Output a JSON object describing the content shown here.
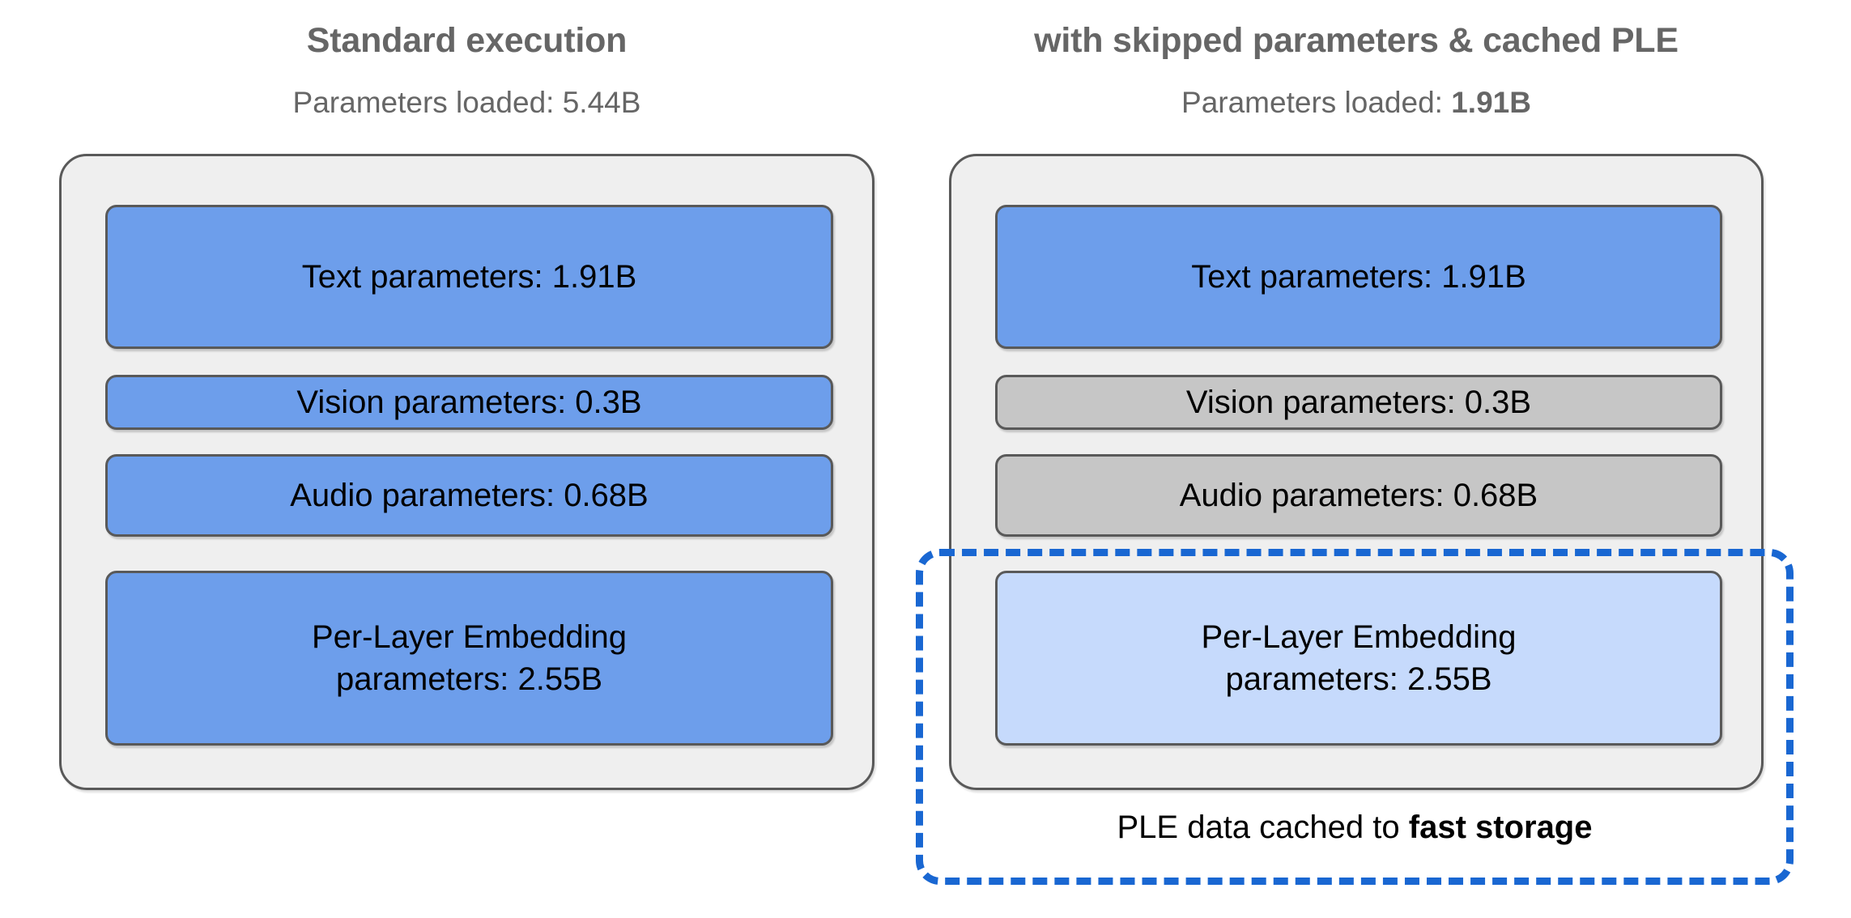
{
  "diagram": {
    "title_accent_color": "#666666",
    "blue_color": "#6d9eeb",
    "gray_color": "#c6c6c6",
    "light_blue_color": "#c6dafc",
    "dashed_color": "#1967d2",
    "panel_bg_color": "#efefef"
  },
  "columns": [
    {
      "id": "standard",
      "title": "Standard execution",
      "subtitle_prefix": "Parameters loaded: ",
      "subtitle_value": "5.44B",
      "subtitle_value_bold": false,
      "blocks": [
        {
          "id": "text",
          "label": "Text parameters: 1.91B",
          "fill": "blue",
          "lines": 1
        },
        {
          "id": "vision",
          "label": "Vision parameters: 0.3B",
          "fill": "blue",
          "lines": 1
        },
        {
          "id": "audio",
          "label": "Audio parameters: 0.68B",
          "fill": "blue",
          "lines": 1
        },
        {
          "id": "ple",
          "label": "Per-Layer Embedding\nparameters: 2.55B",
          "fill": "blue",
          "lines": 2
        }
      ]
    },
    {
      "id": "optimized",
      "title": "with skipped parameters & cached PLE",
      "subtitle_prefix": "Parameters loaded: ",
      "subtitle_value": "1.91B",
      "subtitle_value_bold": true,
      "blocks": [
        {
          "id": "text",
          "label": "Text parameters: 1.91B",
          "fill": "blue",
          "lines": 1
        },
        {
          "id": "vision",
          "label": "Vision parameters: 0.3B",
          "fill": "gray",
          "lines": 1
        },
        {
          "id": "audio",
          "label": "Audio parameters: 0.68B",
          "fill": "gray",
          "lines": 1
        },
        {
          "id": "ple",
          "label": "Per-Layer Embedding\nparameters: 2.55B",
          "fill": "lightblue",
          "lines": 2
        }
      ]
    }
  ],
  "cache_highlight": {
    "caption_prefix": "PLE data cached to ",
    "caption_emphasis": "fast storage"
  }
}
